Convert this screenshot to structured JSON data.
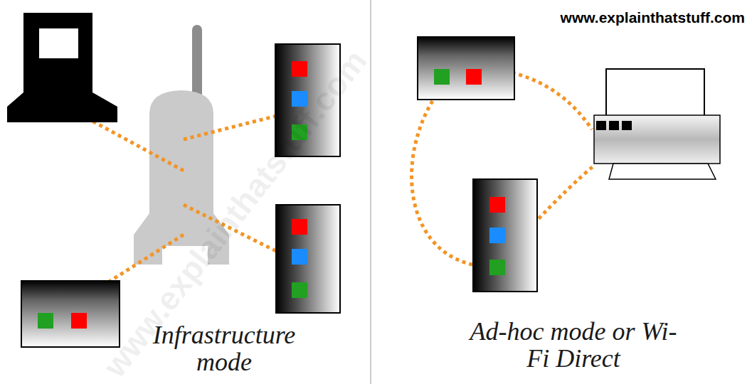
{
  "diagram": {
    "labels": [
      "www.explainthatstuff.com",
      "www.explainthatstuff.com",
      "Infrastructure mode",
      "Ad-hoc mode or Wi-Fi Direct"
    ]
  }
}
